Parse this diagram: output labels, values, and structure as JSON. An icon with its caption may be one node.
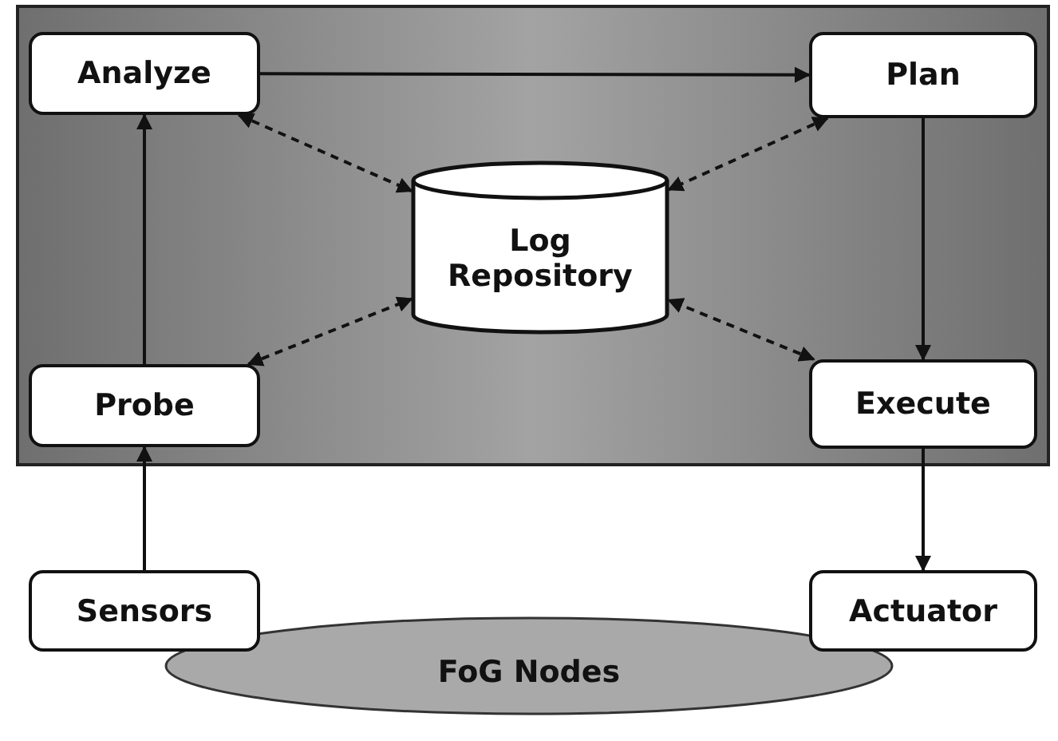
{
  "diagram": {
    "nodes": [
      {
        "text": [],
        "shape": "box"
      },
      {
        "text": [
          "Analyze"
        ],
        "in": 0
      },
      {
        "text": [
          "Plan"
        ],
        "in": 0
      },
      {
        "text": [
          "Log Repository"
        ],
        "in": 0
      },
      {
        "text": [
          "Probe"
        ],
        "in": 0
      },
      {
        "text": [
          "Execute"
        ],
        "in": 0
      },
      {
        "text": [
          "Sensors"
        ]
      },
      {
        "text": [
          "Actuator"
        ]
      },
      {
        "text": [
          "FoG Nodes"
        ]
      }
    ],
    "edges": [
      {
        "from": 1,
        "to": 2,
        "arrow": "to"
      },
      {
        "from": 2,
        "to": 5,
        "arrow": "to"
      },
      {
        "from": 4,
        "to": 1,
        "arrow": "to"
      },
      {
        "from": 6,
        "to": 4,
        "arrow": "to"
      },
      {
        "from": 5,
        "to": 7,
        "arrow": "to"
      },
      {
        "from": 1,
        "to": 3,
        "arrow": "both",
        "style": "dashed"
      },
      {
        "from": 2,
        "to": 3,
        "arrow": "both",
        "style": "dashed"
      },
      {
        "from": 4,
        "to": 3,
        "arrow": "both",
        "style": "dashed"
      },
      {
        "from": 5,
        "to": 3,
        "arrow": "both",
        "style": "dashed"
      }
    ]
  }
}
